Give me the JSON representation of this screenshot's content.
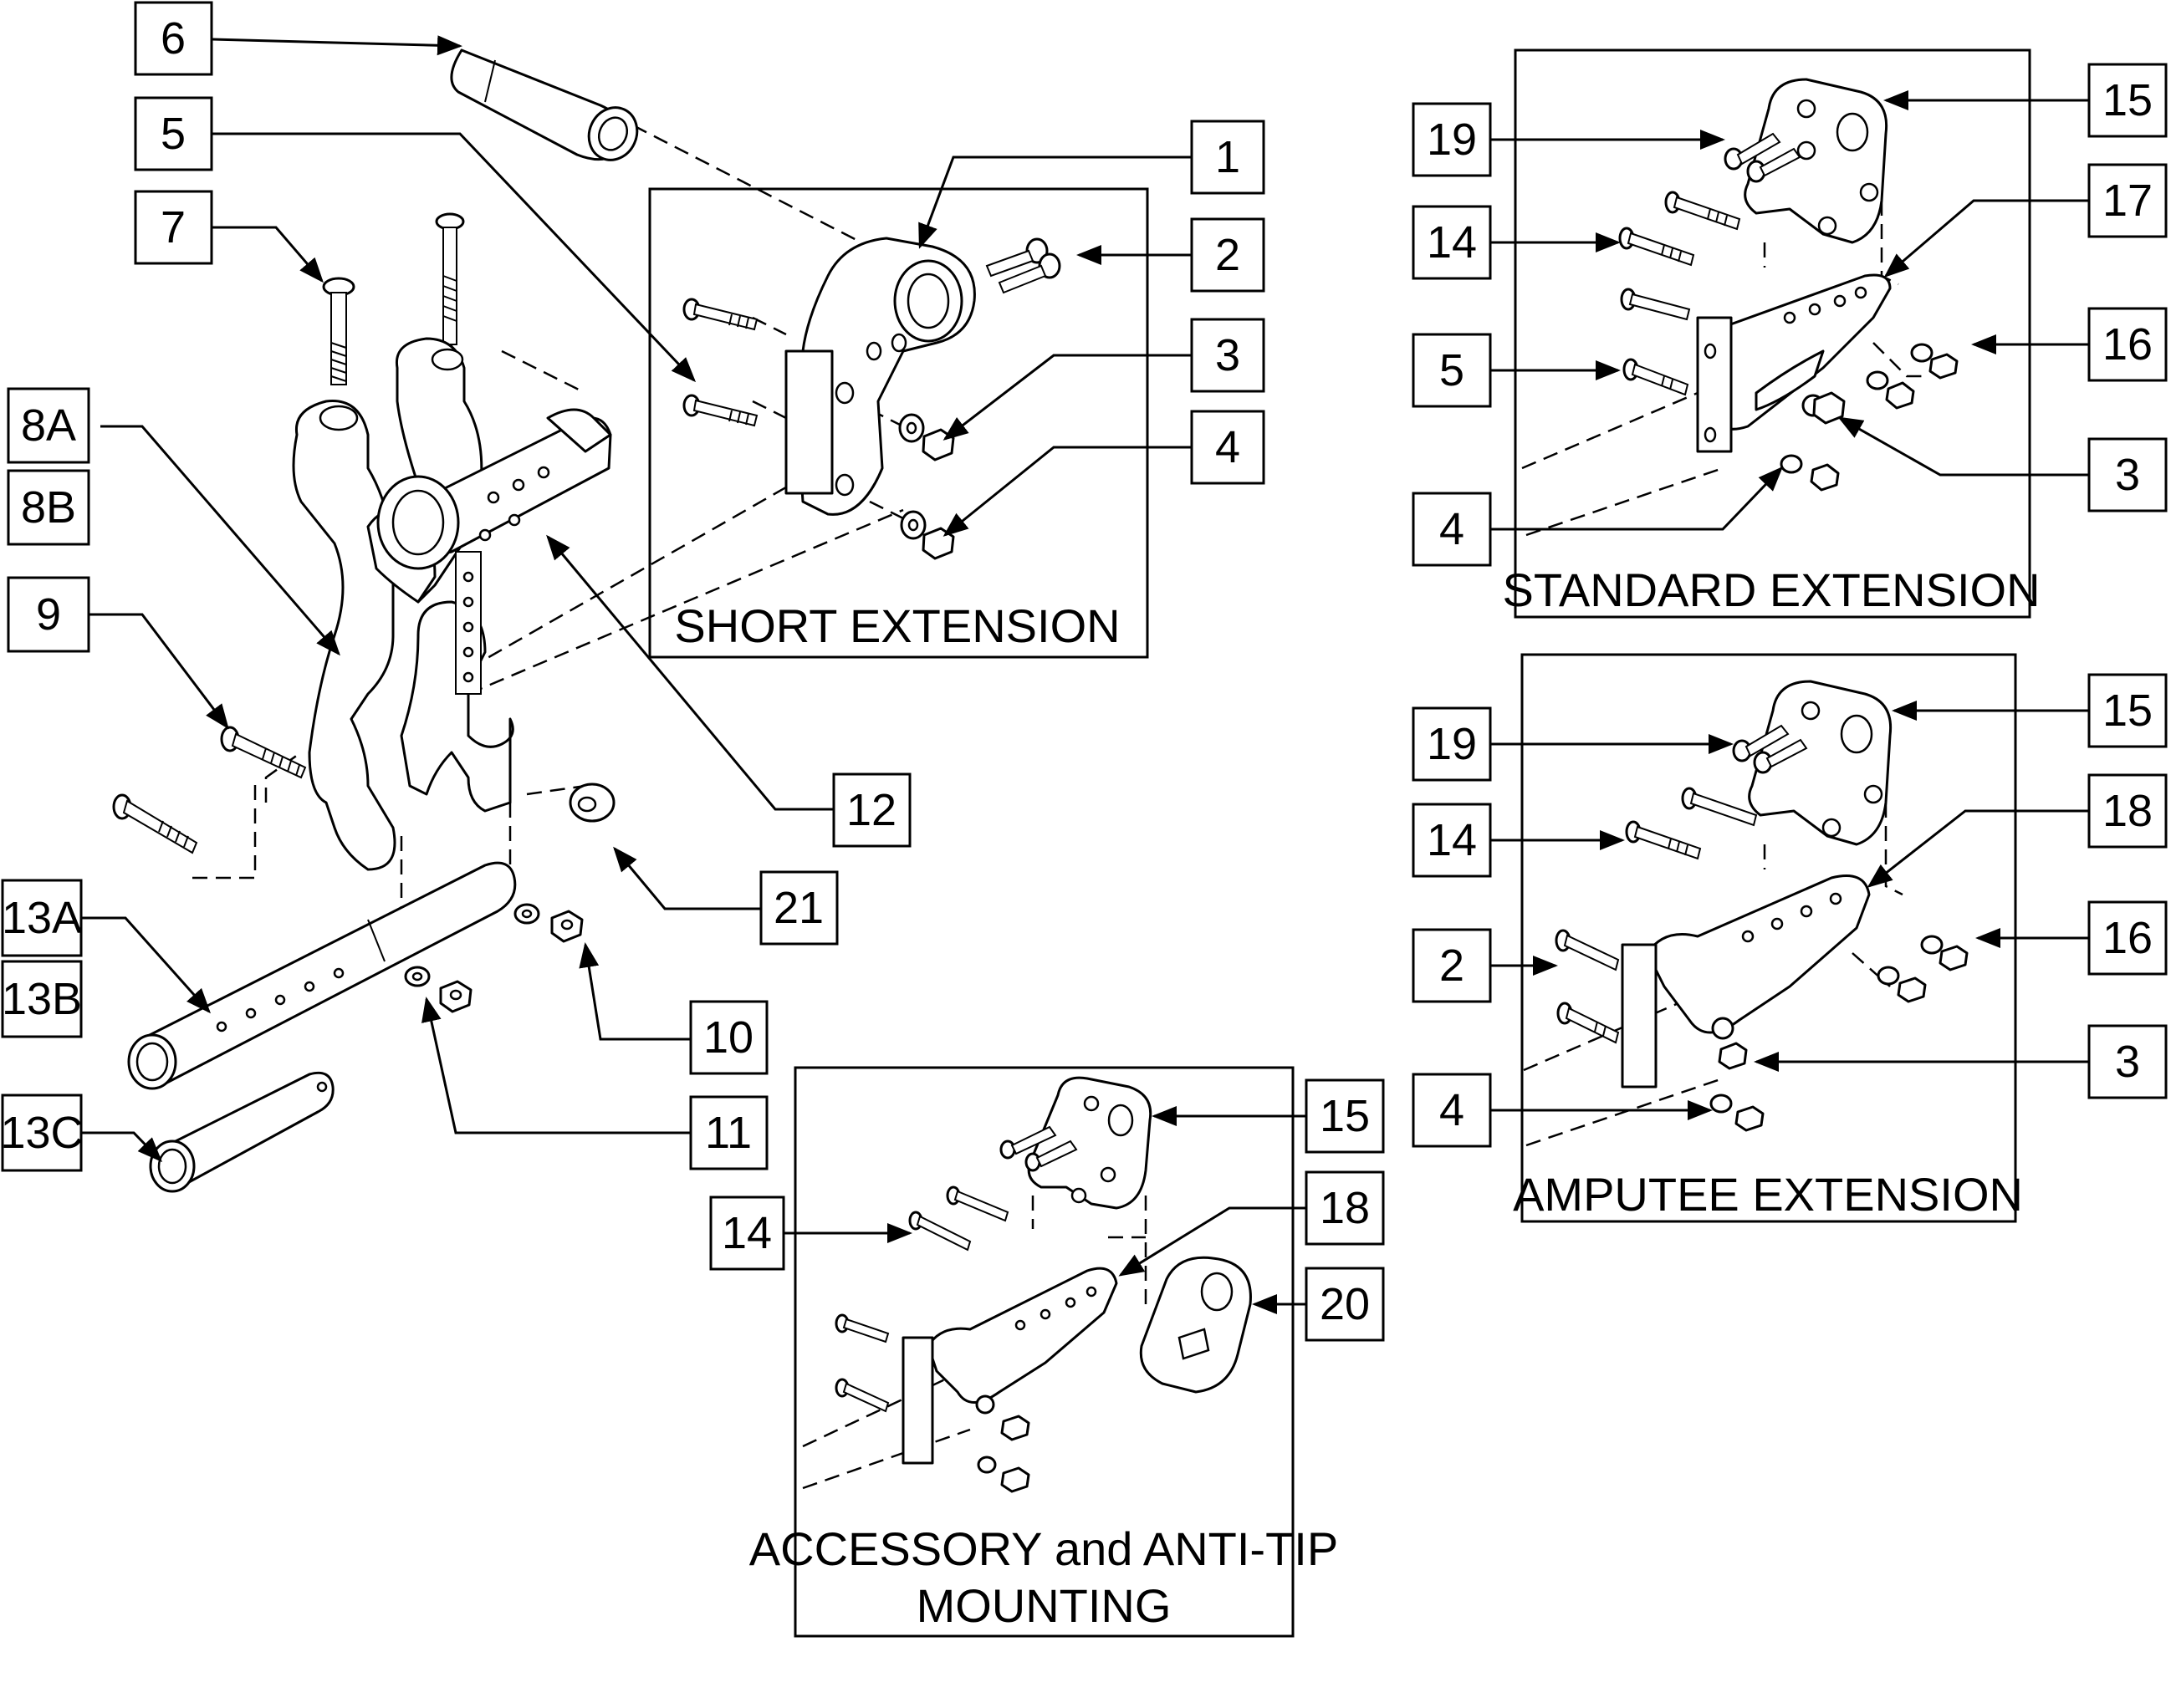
{
  "callouts": {
    "c1": "1",
    "c2": "2",
    "c3": "3",
    "c4": "4",
    "c5": "5",
    "c6": "6",
    "c7": "7",
    "c8a": "8A",
    "c8b": "8B",
    "c9": "9",
    "c10": "10",
    "c11": "11",
    "c12": "12",
    "c13a": "13A",
    "c13b": "13B",
    "c13c": "13C",
    "c21": "21",
    "std_19": "19",
    "std_15": "15",
    "std_14": "14",
    "std_17": "17",
    "std_5": "5",
    "std_16": "16",
    "std_3": "3",
    "std_4": "4",
    "amp_19": "19",
    "amp_15": "15",
    "amp_14": "14",
    "amp_18": "18",
    "amp_2": "2",
    "amp_16": "16",
    "amp_3": "3",
    "amp_4": "4",
    "acc_15": "15",
    "acc_14": "14",
    "acc_18": "18",
    "acc_20": "20"
  },
  "sections": {
    "short": "SHORT EXTENSION",
    "standard": "STANDARD EXTENSION",
    "amputee": "AMPUTEE EXTENSION",
    "accessory_line1": "ACCESSORY and ANTI-TIP",
    "accessory_line2": "MOUNTING"
  },
  "colors": {
    "line": "#000000",
    "background": "#ffffff"
  }
}
